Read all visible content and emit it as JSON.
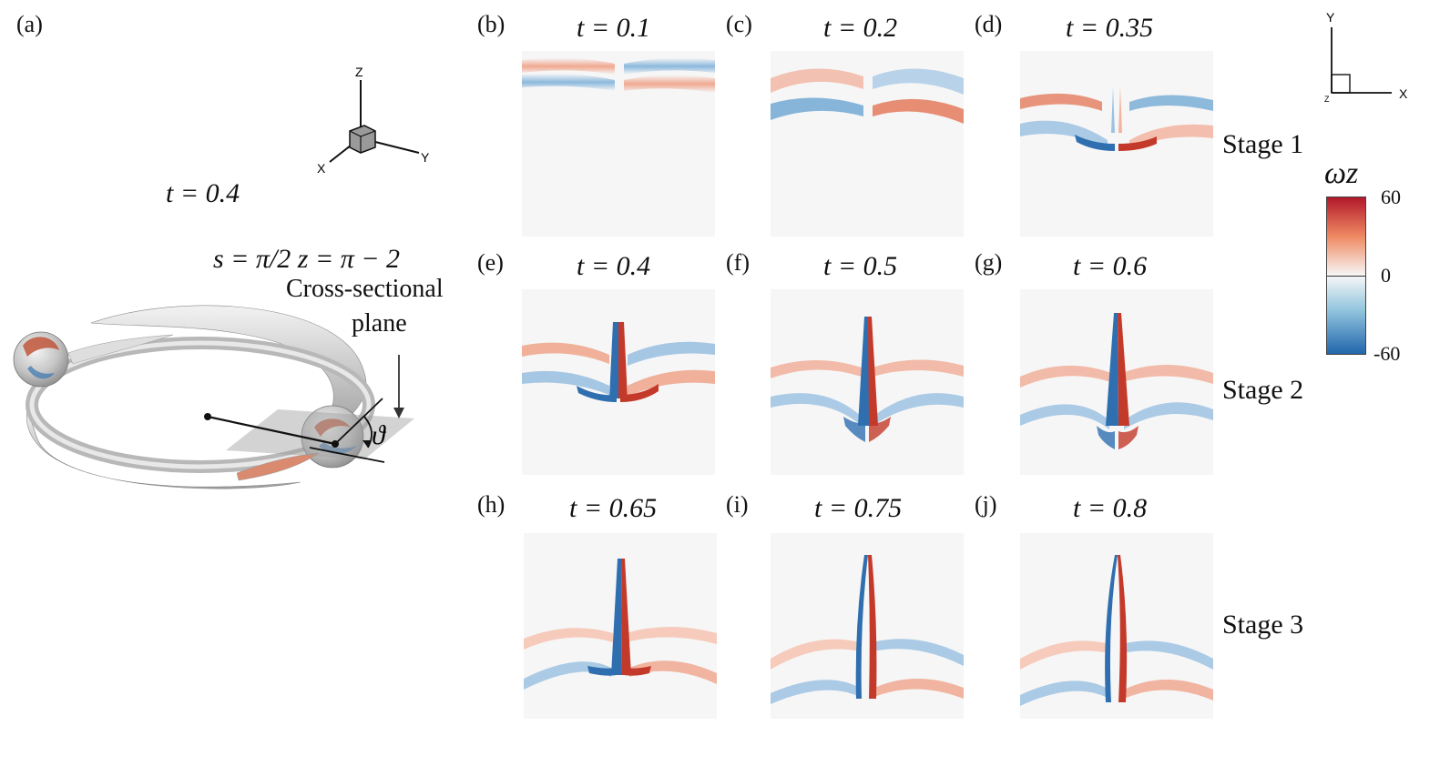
{
  "panel_a": {
    "label": "(a)",
    "time": "t = 0.4",
    "params": "s = π/2    z = π − 2",
    "plane_label_line1": "Cross-sectional",
    "plane_label_line2": "plane",
    "angle_symbol": "ϑ",
    "axes": {
      "z": "Z",
      "x": "X",
      "y": "Y"
    }
  },
  "xy_axes": {
    "y": "Y",
    "x": "X",
    "z": "Z"
  },
  "panels": [
    {
      "label": "(b)",
      "t": "t = 0.1",
      "stage": 1
    },
    {
      "label": "(c)",
      "t": "t = 0.2",
      "stage": 1
    },
    {
      "label": "(d)",
      "t": "t = 0.35",
      "stage": 1
    },
    {
      "label": "(e)",
      "t": "t = 0.4",
      "stage": 2
    },
    {
      "label": "(f)",
      "t": "t = 0.5",
      "stage": 2
    },
    {
      "label": "(g)",
      "t": "t = 0.6",
      "stage": 2
    },
    {
      "label": "(h)",
      "t": "t = 0.65",
      "stage": 3
    },
    {
      "label": "(i)",
      "t": "t = 0.75",
      "stage": 3
    },
    {
      "label": "(j)",
      "t": "t = 0.8",
      "stage": 3
    }
  ],
  "stages": [
    "Stage 1",
    "Stage 2",
    "Stage 3"
  ],
  "colorbar": {
    "title": "ωz",
    "max_label": "60",
    "mid_label": "0",
    "min_label": "-60",
    "colors": {
      "max": "#b2182b",
      "mid": "#f7f7f7",
      "min": "#2166ac"
    }
  }
}
